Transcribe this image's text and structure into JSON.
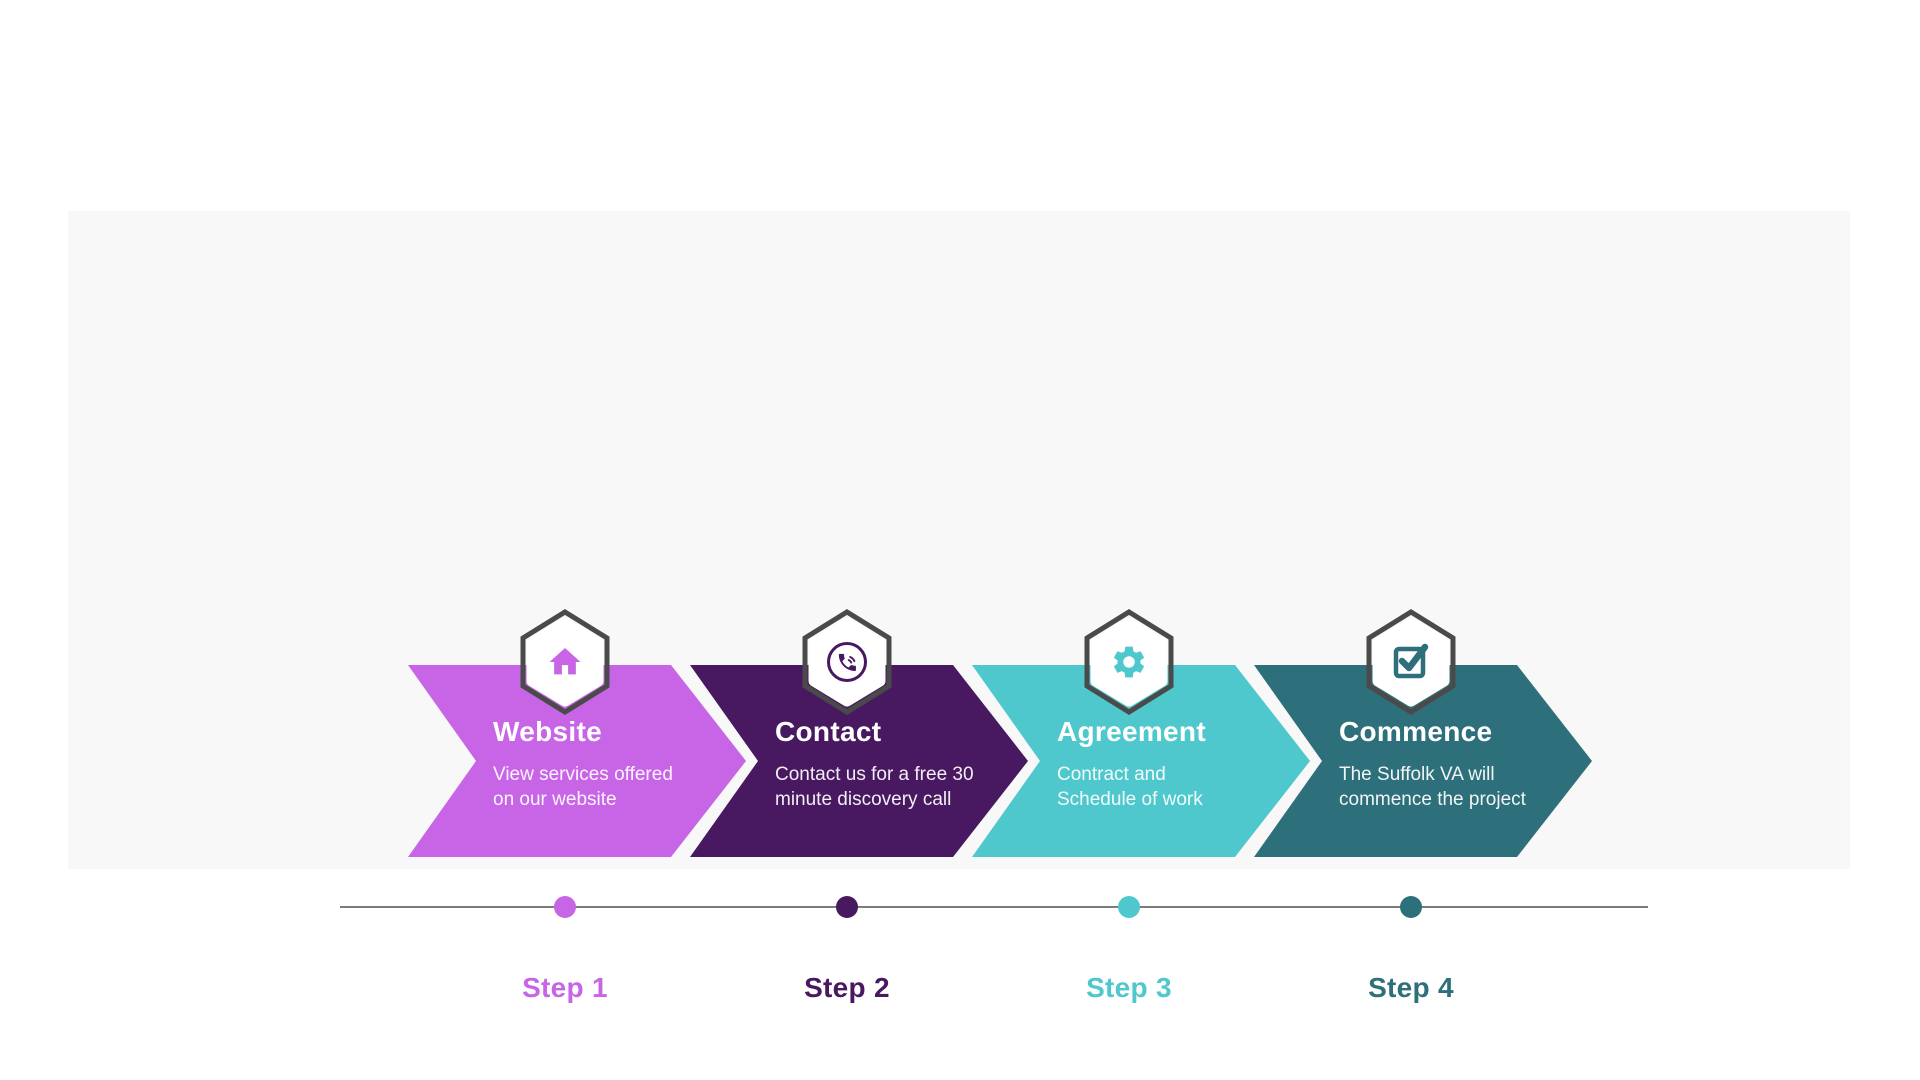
{
  "infographic": {
    "panel_background": "#F8F8F8",
    "page_background": "#FFFFFF",
    "hexagon_outline_color": "#4A4A4A",
    "timeline_line_color": "#7C7C7C",
    "steps": [
      {
        "title": "Website",
        "description": "View services offered\non our website",
        "step_label": "Step 1",
        "icon": "home-icon",
        "color": "#C765E6"
      },
      {
        "title": "Contact",
        "description": "Contact us for a free 30\nminute discovery call",
        "step_label": "Step 2",
        "icon": "phone-icon",
        "color": "#481960"
      },
      {
        "title": "Agreement",
        "description": "Contract and\nSchedule of work",
        "step_label": "Step 3",
        "icon": "gear-icon",
        "color": "#4EC8CD"
      },
      {
        "title": "Commence",
        "description": "The Suffolk VA will\ncommence the project",
        "step_label": "Step 4",
        "icon": "check-square-icon",
        "color": "#2D6F7A"
      }
    ]
  }
}
